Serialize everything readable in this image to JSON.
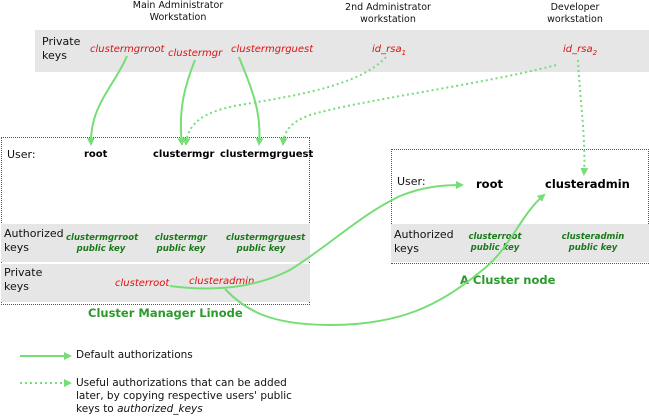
{
  "workstations": {
    "main": "Main Administrator\nWorkstation",
    "second": "2nd Administrator\nworkstation",
    "developer": "Developer\nworkstation"
  },
  "top_band": {
    "label": "Private\nkeys",
    "keys": [
      "clustermgrroot",
      "clustermgr",
      "clustermgrguest"
    ],
    "rsa1_base": "id_rsa",
    "rsa1_sub": "1",
    "rsa2_base": "id_rsa",
    "rsa2_sub": "2"
  },
  "manager": {
    "user_label": "User:",
    "users": [
      "root",
      "clustermgr",
      "clustermgrguest"
    ],
    "auth_label": "Authorized\nkeys",
    "auth_keys": [
      "clustermgrroot\npublic key",
      "clustermgr\npublic key",
      "clustermgrguest\npublic key"
    ],
    "priv_label": "Private\nkeys",
    "priv_keys": [
      "clusterroot",
      "clusteradmin"
    ],
    "title": "Cluster Manager Linode"
  },
  "node": {
    "user_label": "User:",
    "users": [
      "root",
      "clusteradmin"
    ],
    "auth_label": "Authorized\nkeys",
    "auth_keys": [
      "clusterroot\npublic key",
      "clusteradmin\npublic key"
    ],
    "title": "A Cluster node"
  },
  "legend": {
    "default": "Default authorizations",
    "useful_prefix": "Useful authorizations that can be added later, by copying respective users' public keys to ",
    "useful_em": "authorized_keys"
  },
  "colors": {
    "arrow": "#77dd77",
    "key_red": "#e01010",
    "pub_green": "#1a7a1a",
    "band": "#e6e6e6"
  }
}
